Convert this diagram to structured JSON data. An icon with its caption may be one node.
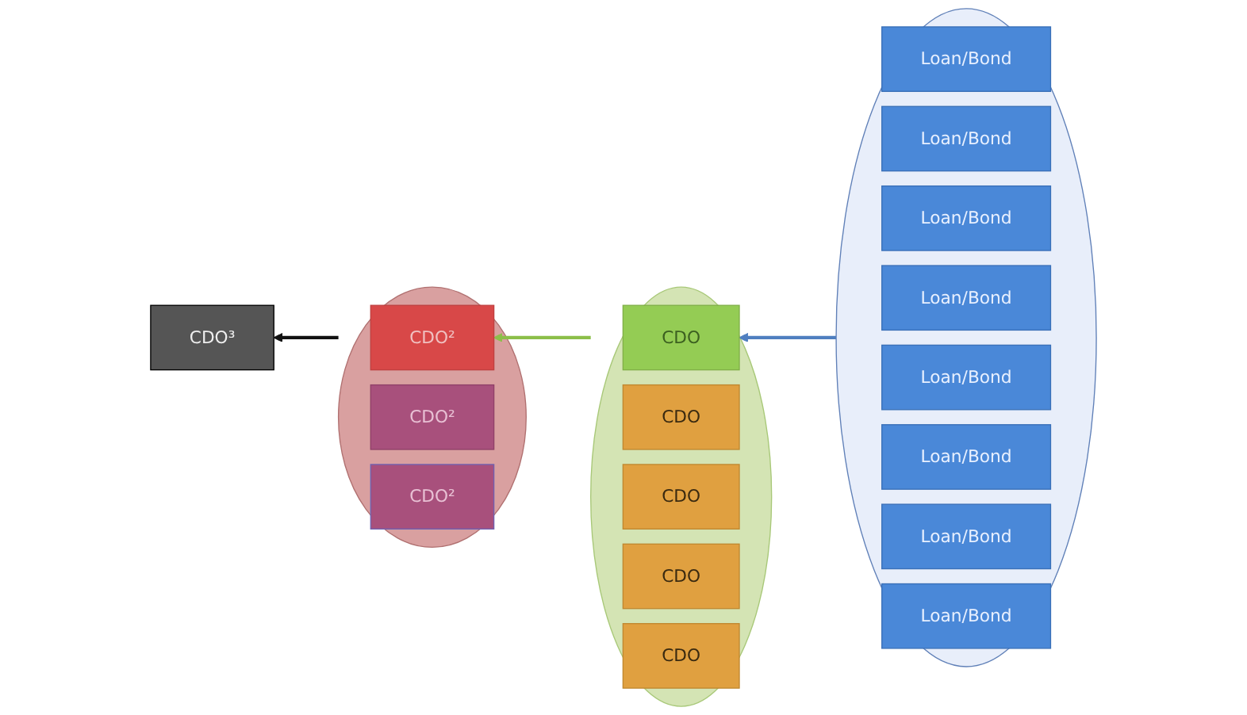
{
  "diagram": {
    "nodes": [
      {
        "text": [
          "CDO³"
        ]
      },
      {
        "text": [],
        "shape": "ellipse"
      },
      {
        "text": [
          "CDO²"
        ],
        "in": 1
      },
      {
        "text": [
          "CDO²"
        ],
        "in": 1
      },
      {
        "text": [
          "CDO²"
        ],
        "in": 1
      },
      {
        "text": [],
        "shape": "ellipse"
      },
      {
        "text": [
          "CDO"
        ],
        "in": 5
      },
      {
        "text": [
          "CDO"
        ],
        "in": 5
      },
      {
        "text": [
          "CDO"
        ],
        "in": 5
      },
      {
        "text": [
          "CDO"
        ],
        "in": 5
      },
      {
        "text": [
          "CDO"
        ],
        "in": 5
      },
      {
        "text": [],
        "shape": "ellipse"
      },
      {
        "text": [
          "Loan/Bond"
        ],
        "in": 11
      },
      {
        "text": [
          "Loan/Bond"
        ],
        "in": 11
      },
      {
        "text": [
          "Loan/Bond"
        ],
        "in": 11
      },
      {
        "text": [
          "Loan/Bond"
        ],
        "in": 11
      },
      {
        "text": [
          "Loan/Bond"
        ],
        "in": 11
      },
      {
        "text": [
          "Loan/Bond"
        ],
        "in": 11
      },
      {
        "text": [
          "Loan/Bond"
        ],
        "in": 11
      },
      {
        "text": [
          "Loan/Bond"
        ],
        "in": 11
      }
    ],
    "edges": [
      {
        "from": 11,
        "to": 6,
        "arrow": "to",
        "color": "#4f7fc0"
      },
      {
        "from": 5,
        "to": 2,
        "arrow": "to",
        "color": "#8cbf4a"
      },
      {
        "from": 1,
        "to": 0,
        "arrow": "to",
        "color": "#111111"
      }
    ]
  }
}
